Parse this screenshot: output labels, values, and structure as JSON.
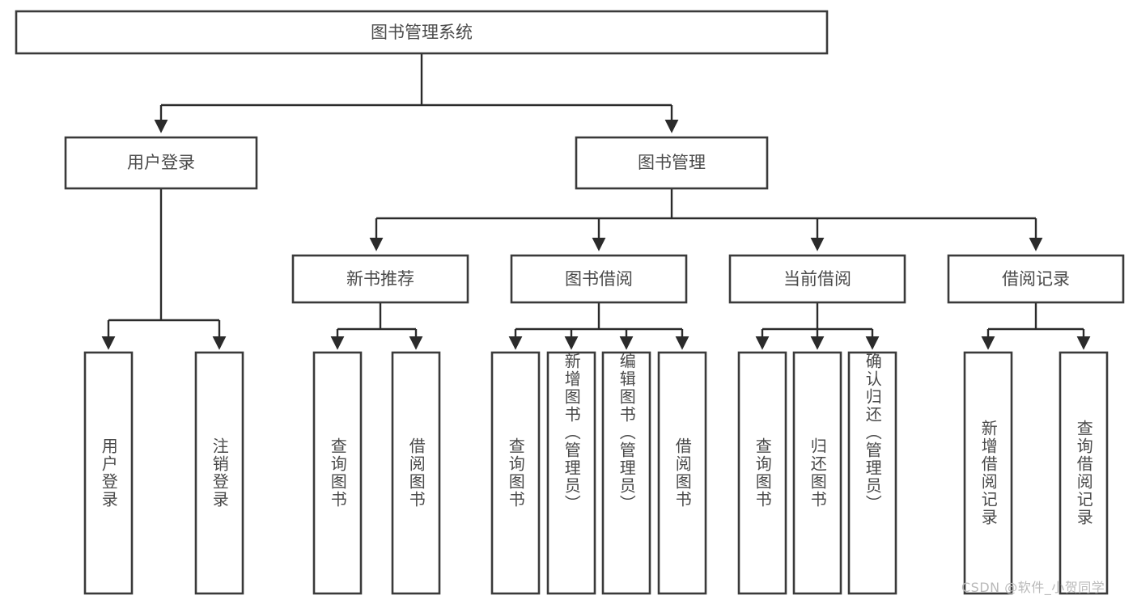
{
  "diagram": {
    "title_node": {
      "label": "图书管理系统"
    },
    "level2": [
      {
        "id": "user-login",
        "label": "用户登录"
      },
      {
        "id": "book-management",
        "label": "图书管理"
      }
    ],
    "level3": [
      {
        "id": "new-book-recommend",
        "label": "新书推荐"
      },
      {
        "id": "book-borrow",
        "label": "图书借阅"
      },
      {
        "id": "current-borrow",
        "label": "当前借阅"
      },
      {
        "id": "borrow-record",
        "label": "借阅记录"
      }
    ],
    "leaves": {
      "user_login": [
        {
          "id": "leaf-user-login",
          "label": "用户登录"
        },
        {
          "id": "leaf-logout-login",
          "label": "注销登录"
        }
      ],
      "new_book_recommend": [
        {
          "id": "leaf-query-book-1",
          "label": "查询图书"
        },
        {
          "id": "leaf-borrow-book-1",
          "label": "借阅图书"
        }
      ],
      "book_borrow": [
        {
          "id": "leaf-query-book-2",
          "label": "查询图书"
        },
        {
          "id": "leaf-add-book",
          "label": "新增图书（管理员）"
        },
        {
          "id": "leaf-edit-book",
          "label": "编辑图书（管理员）"
        },
        {
          "id": "leaf-borrow-book-2",
          "label": "借阅图书"
        }
      ],
      "current_borrow": [
        {
          "id": "leaf-query-book-3",
          "label": "查询图书"
        },
        {
          "id": "leaf-return-book",
          "label": "归还图书"
        },
        {
          "id": "leaf-confirm-return",
          "label": "确认归还（管理员）"
        }
      ],
      "borrow_record": [
        {
          "id": "leaf-add-record",
          "label": "新增借阅记录"
        },
        {
          "id": "leaf-query-record",
          "label": "查询借阅记录"
        }
      ]
    },
    "colors": {
      "box_fill": "#ffffff",
      "box_stroke": "#3a3a3a",
      "connector": "#2b2b2b",
      "text": "#4a4a4a",
      "background": "#ffffff",
      "watermark": "#b9b9b9"
    }
  },
  "watermark": {
    "text": "CSDN @软件_小贺同学"
  }
}
